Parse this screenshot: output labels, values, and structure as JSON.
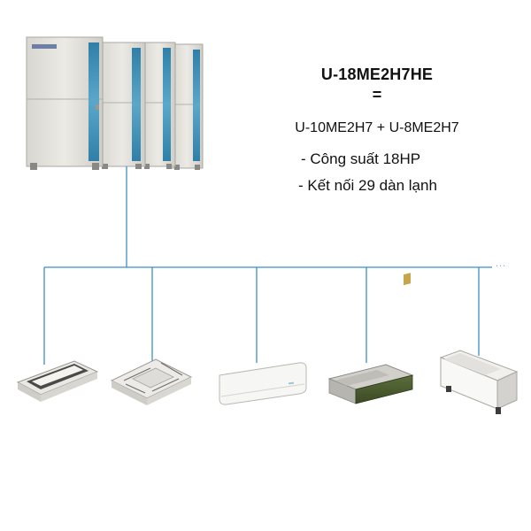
{
  "model_title": "U-18ME2H7HE",
  "equals_sign": "=",
  "combination": "U-10ME2H7 + U-8ME2H7",
  "specs": [
    "- Công suất 18HP",
    "- Kết nối 29 dàn lạnh"
  ],
  "continuation": "...",
  "colors": {
    "pipe_line": "#3a8fc7",
    "outdoor_unit_body": "#e4e2dc",
    "accent_blue_strip": "#3d8fb5"
  },
  "indoor_units": [
    {
      "type": "one-way-cassette"
    },
    {
      "type": "four-way-cassette"
    },
    {
      "type": "wall-mounted"
    },
    {
      "type": "ducted"
    },
    {
      "type": "floor-standing"
    }
  ]
}
